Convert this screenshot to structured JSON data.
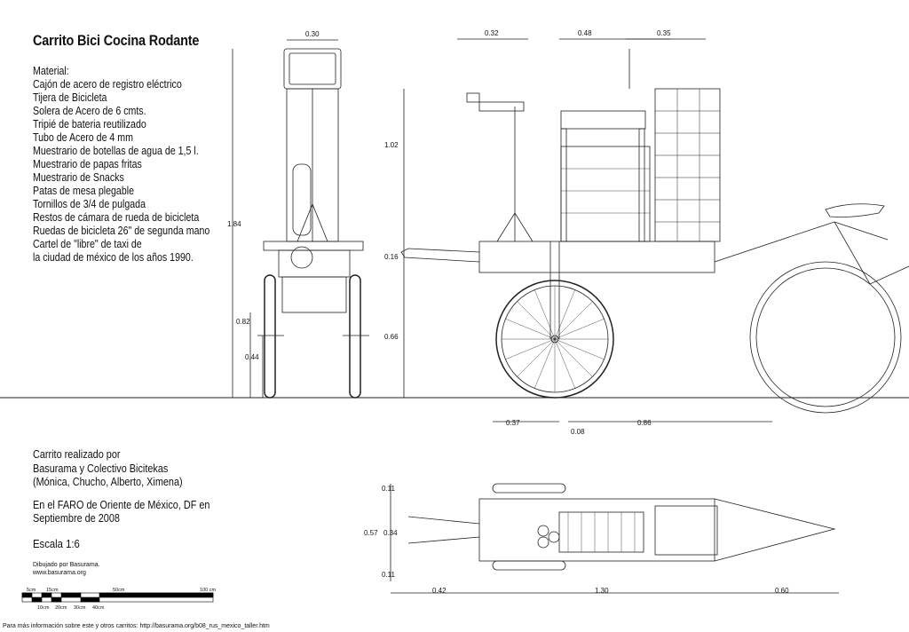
{
  "title": "Carrito Bici Cocina Rodante",
  "materials": [
    "Material:",
    "Cajón de acero de registro eléctrico",
    "Tijera de Bicicleta",
    "Solera de Acero de 6 cmts.",
    "Tripié de bateria reutilizado",
    "Tubo de Acero de 4 mm",
    "Muestrario de botellas de agua de 1,5 l.",
    "Muestrario de papas fritas",
    "Muestrario de Snacks",
    "Patas de mesa plegable",
    "Tornillos de 3/4 de pulgada",
    "Restos de cámara de rueda de bicicleta",
    "Ruedas de bicicleta 26\" de segunda mano",
    "Cartel de \"libre\" de taxi de",
    "la ciudad de méxico de los años 1990."
  ],
  "credits": {
    "line1": "Carrito realizado por",
    "line2": "Basurama y Colectivo Bicitekas",
    "line3": "(Mónica, Chucho, Alberto, Ximena)",
    "line4": "En el FARO de Oriente de México, DF en",
    "line5": "Septiembre de 2008",
    "scale": "Escala 1:6",
    "drawn_by": "Dibujado por Basurama.",
    "website": "www.basurama.org"
  },
  "scale_bar": {
    "top_labels": [
      "5cm",
      "15cm",
      "50cm",
      "100 cm"
    ],
    "bottom_labels": [
      "10cm",
      "20cm",
      "30cm",
      "40cm"
    ]
  },
  "footer": "Para más información sobre este y otros carritos: http://basurama.org/b08_rus_mexico_taller.htm",
  "dimensions": {
    "front": {
      "width": "0.30",
      "height_total": "1.84",
      "height_mid": "0.82",
      "height_low": "0.44"
    },
    "side": {
      "top_a": "0.32",
      "top_b": "0.48",
      "top_c": "0.35",
      "upper": "1.02",
      "deck": "0.16",
      "lower": "0.66",
      "bottom_a": "0.37",
      "bottom_b": "0.08",
      "bottom_c": "0.86"
    },
    "plan": {
      "wheel_top": "0.11",
      "width": "0.57",
      "inner": "0.34",
      "wheel_bottom": "0.11",
      "len_a": "0.42",
      "len_b": "1.30",
      "len_c": "0.60"
    }
  }
}
